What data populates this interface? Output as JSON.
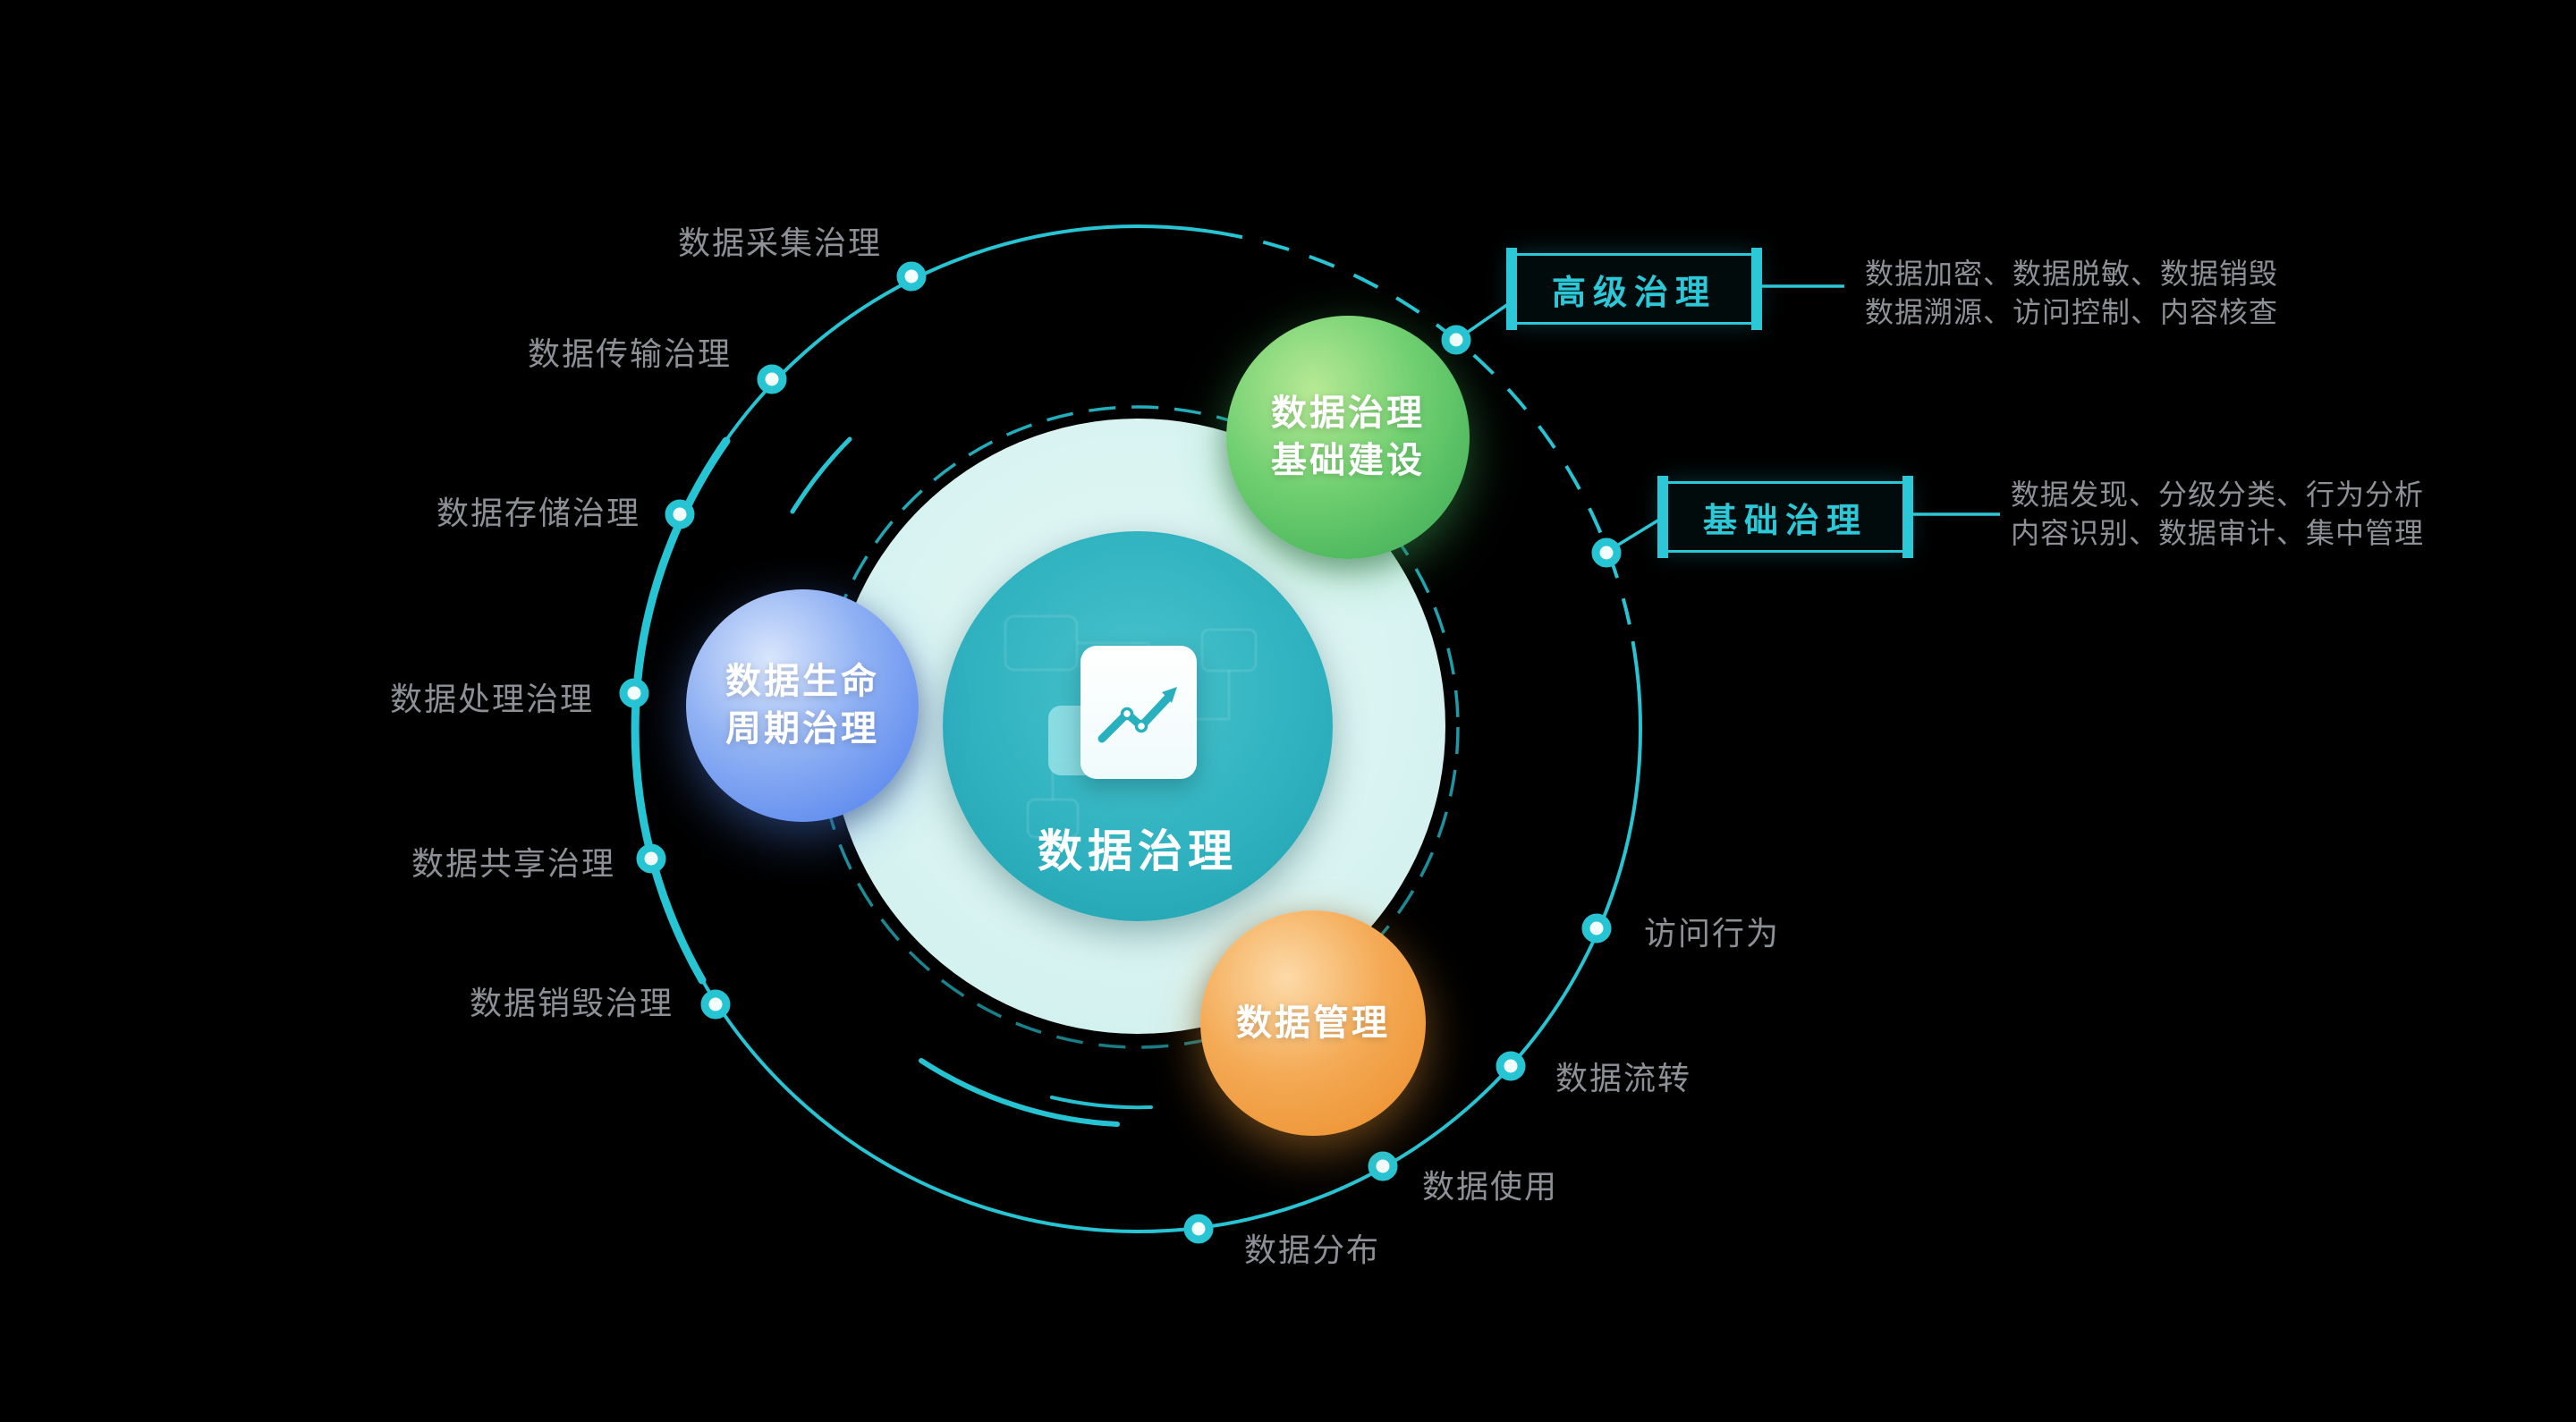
{
  "diagram": {
    "center": {
      "title": "数据治理"
    },
    "satellites": {
      "infrastructure": {
        "line1": "数据治理",
        "line2": "基础建设"
      },
      "lifecycle": {
        "line1": "数据生命",
        "line2": "周期治理"
      },
      "management": {
        "line1": "数据管理"
      }
    },
    "lifecycle_labels": [
      "数据采集治理",
      "数据传输治理",
      "数据存储治理",
      "数据处理治理",
      "数据共享治理",
      "数据销毁治理"
    ],
    "activity_labels": [
      "访问行为",
      "数据流转",
      "数据使用",
      "数据分布"
    ],
    "callouts": {
      "advanced": {
        "label": "高级治理",
        "desc_line1": "数据加密、数据脱敏、数据销毁",
        "desc_line2": "数据溯源、访问控制、内容核查"
      },
      "basic": {
        "label": "基础治理",
        "desc_line1": "数据发现、分级分类、行为分析",
        "desc_line2": "内容识别、数据审计、集中管理"
      }
    },
    "colors": {
      "accent_cyan": "#2cc8d8",
      "orbit_cyan": "#27c4d4",
      "label_gray": "#8d9197",
      "green": "#4db95f",
      "blue": "#4b7dec",
      "orange": "#f09a36",
      "center_teal": "#2fb1bf",
      "pale_teal": "#d5f2f0",
      "background": "#000000"
    }
  }
}
